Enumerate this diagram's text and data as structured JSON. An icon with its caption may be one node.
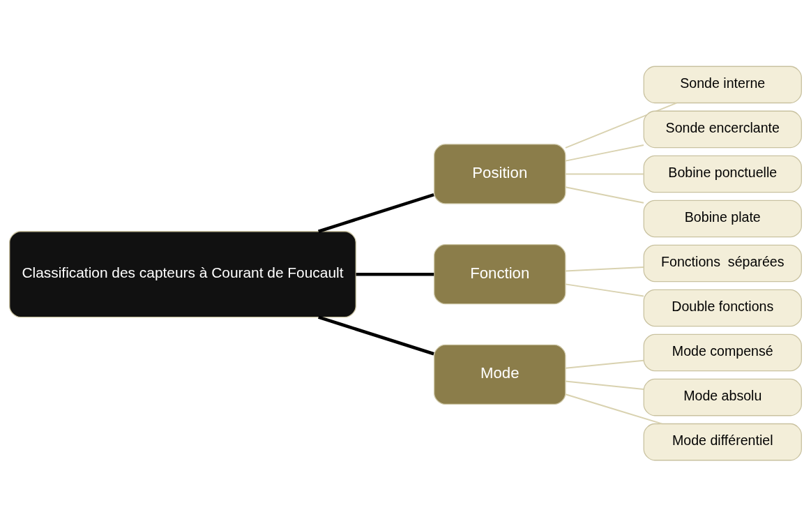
{
  "diagram": {
    "nodes": [
      {
        "text": [
          "Classification des capteurs à Courant de Foucault"
        ]
      },
      {
        "text": [
          "Position"
        ]
      },
      {
        "text": [
          "Fonction"
        ]
      },
      {
        "text": [
          "Mode"
        ]
      },
      {
        "text": [
          "Sonde interne"
        ]
      },
      {
        "text": [
          "Sonde encerclante"
        ]
      },
      {
        "text": [
          "Bobine ponctuelle"
        ]
      },
      {
        "text": [
          "Bobine plate"
        ]
      },
      {
        "text": [
          "Fonctions  séparées"
        ]
      },
      {
        "text": [
          "Double fonctions"
        ]
      },
      {
        "text": [
          "Mode compensé"
        ]
      },
      {
        "text": [
          "Mode absolu"
        ]
      },
      {
        "text": [
          "Mode différentiel"
        ]
      }
    ],
    "edges": [
      {
        "from": 0,
        "to": 1,
        "arrow": "none",
        "style": "thick",
        "color": "#000000"
      },
      {
        "from": 0,
        "to": 2,
        "arrow": "none",
        "style": "thick",
        "color": "#000000"
      },
      {
        "from": 0,
        "to": 3,
        "arrow": "none",
        "style": "thick",
        "color": "#000000"
      },
      {
        "from": 1,
        "to": 4,
        "arrow": "none"
      },
      {
        "from": 1,
        "to": 5,
        "arrow": "none"
      },
      {
        "from": 1,
        "to": 6,
        "arrow": "none"
      },
      {
        "from": 1,
        "to": 7,
        "arrow": "none"
      },
      {
        "from": 2,
        "to": 8,
        "arrow": "none"
      },
      {
        "from": 2,
        "to": 9,
        "arrow": "none"
      },
      {
        "from": 3,
        "to": 10,
        "arrow": "none"
      },
      {
        "from": 3,
        "to": 11,
        "arrow": "none"
      },
      {
        "from": 3,
        "to": 12,
        "arrow": "none"
      }
    ]
  }
}
